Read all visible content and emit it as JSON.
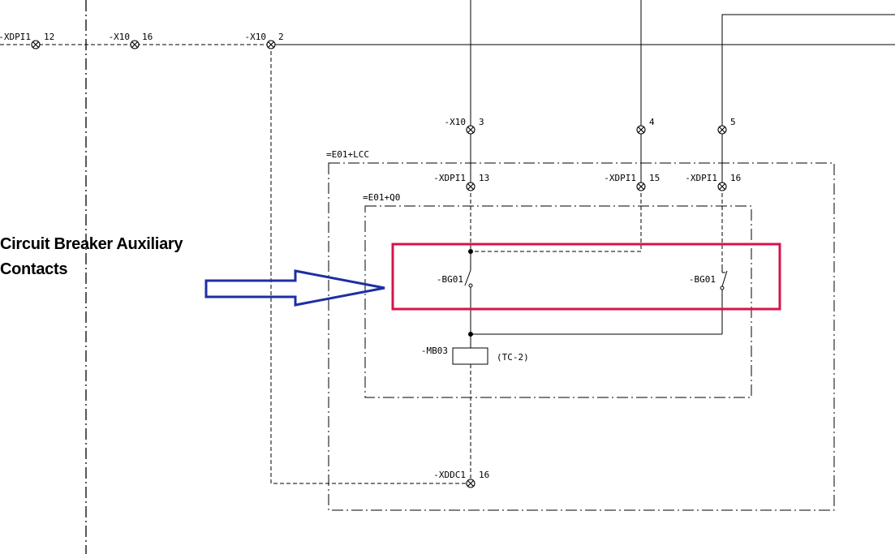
{
  "annotation": {
    "line1": "Circuit Breaker Auxiliary",
    "line2": "Contacts"
  },
  "boxes": {
    "outer": "=E01+LCC",
    "inner": "=E01+Q0"
  },
  "terminals_top": [
    {
      "ref": "-XDPI1",
      "num": "12"
    },
    {
      "ref": "-X10",
      "num": "16"
    },
    {
      "ref": "-X10",
      "num": "2"
    }
  ],
  "terminals_mid": [
    {
      "ref": "-X10",
      "num": "3"
    },
    {
      "ref": "",
      "num": "4"
    },
    {
      "ref": "",
      "num": "5"
    }
  ],
  "terminals_box": [
    {
      "ref": "-XDPI1",
      "num": "13"
    },
    {
      "ref": "-XDPI1",
      "num": "15"
    },
    {
      "ref": "-XDPI1",
      "num": "16"
    }
  ],
  "terminal_bottom": {
    "ref": "-XDDC1",
    "num": "16"
  },
  "contacts": {
    "left": "-BG01",
    "right": "-BG01"
  },
  "coil": {
    "ref": "-MB03",
    "note": "(TC-2)"
  },
  "colors": {
    "highlight_box": "#d6144a",
    "arrow": "#1c2fa3",
    "line": "#000000"
  }
}
